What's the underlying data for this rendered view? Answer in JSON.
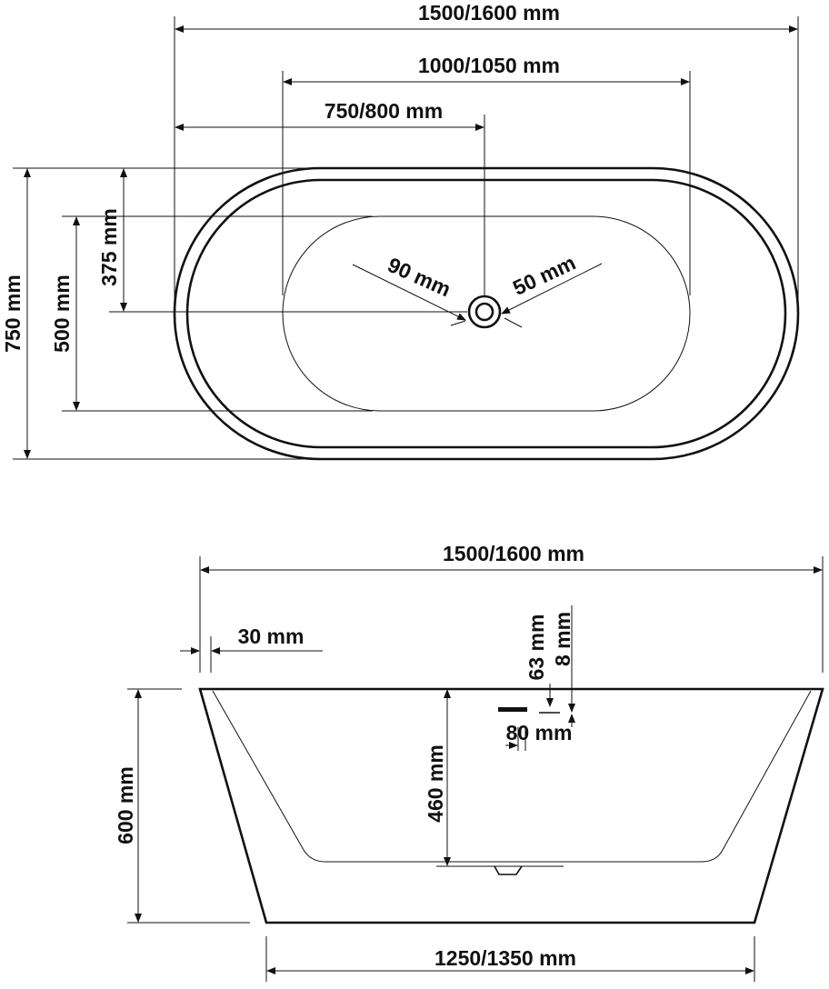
{
  "top_view": {
    "overall_length": "1500/1600 mm",
    "inner_length": "1000/1050 mm",
    "drain_offset_length": "750/800 mm",
    "overall_width": "750 mm",
    "inner_width": "500 mm",
    "drain_offset_width": "375 mm",
    "drain_outer_diameter": "90 mm",
    "drain_inner_diameter": "50 mm"
  },
  "side_view": {
    "top_length": "1500/1600 mm",
    "rim_thickness": "30 mm",
    "overflow_height": "63 mm",
    "overflow_thickness": "8 mm",
    "overflow_width": "80 mm",
    "inner_depth": "460 mm",
    "overall_height": "600 mm",
    "base_length": "1250/1350 mm"
  }
}
